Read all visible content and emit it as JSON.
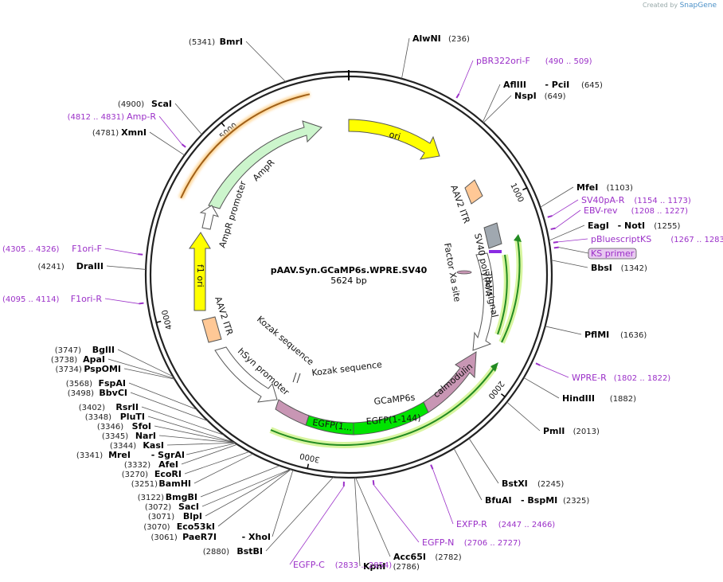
{
  "credit": {
    "prefix": "Created by",
    "brand": "SnapGene"
  },
  "plasmid": {
    "name": "pAAV.Syn.GCaMP6s.WPRE.SV40",
    "length": 5624,
    "length_text": "5624 bp"
  },
  "ticks": [
    {
      "label": "1000",
      "pos": 1000
    },
    {
      "label": "2000",
      "pos": 2000
    },
    {
      "label": "3000",
      "pos": 3000
    },
    {
      "label": "4000",
      "pos": 4000
    },
    {
      "label": "5000",
      "pos": 5000
    }
  ],
  "sites": [
    {
      "name": "BmrI",
      "pos": 5341,
      "pos_text": "(5341)"
    },
    {
      "name": "AlwNI",
      "pos": 236,
      "pos_text": "(236)"
    },
    {
      "name": "AflIII",
      "name2": "PciI",
      "pos": 645,
      "pos_text": "(645)"
    },
    {
      "name": "NspI",
      "pos": 649,
      "pos_text": "(649)"
    },
    {
      "name": "MfeI",
      "pos": 1103,
      "pos_text": "(1103)"
    },
    {
      "name": "EagI",
      "name2": "NotI",
      "pos": 1255,
      "pos_text": "(1255)"
    },
    {
      "name": "BbsI",
      "pos": 1342,
      "pos_text": "(1342)"
    },
    {
      "name": "PflMI",
      "pos": 1636,
      "pos_text": "(1636)"
    },
    {
      "name": "HindIII",
      "pos": 1882,
      "pos_text": "(1882)"
    },
    {
      "name": "PmlI",
      "pos": 2013,
      "pos_text": "(2013)"
    },
    {
      "name": "BstXI",
      "pos": 2245,
      "pos_text": "(2245)"
    },
    {
      "name": "BfuAI",
      "name2": "BspMI",
      "pos": 2325,
      "pos_text": "(2325)"
    },
    {
      "name": "Acc65I",
      "pos": 2782,
      "pos_text": "(2782)"
    },
    {
      "name": "KpnI",
      "pos": 2786,
      "pos_text": "(2786)"
    },
    {
      "name": "BstBI",
      "pos": 2880,
      "pos_text": "(2880)"
    },
    {
      "name": "PaeR7I",
      "name2": "XhoI",
      "pos": 3061,
      "pos_text": "(3061)"
    },
    {
      "name": "Eco53kI",
      "pos": 3070,
      "pos_text": "(3070)"
    },
    {
      "name": "BlpI",
      "pos": 3071,
      "pos_text": "(3071)"
    },
    {
      "name": "SacI",
      "pos": 3072,
      "pos_text": "(3072)"
    },
    {
      "name": "BmgBI",
      "pos": 3122,
      "pos_text": "(3122)"
    },
    {
      "name": "BamHI",
      "pos": 3251,
      "pos_text": "(3251)"
    },
    {
      "name": "EcoRI",
      "pos": 3270,
      "pos_text": "(3270)"
    },
    {
      "name": "AfeI",
      "pos": 3332,
      "pos_text": "(3332)"
    },
    {
      "name": "MreI",
      "name2": "SgrAI",
      "pos": 3341,
      "pos_text": "(3341)"
    },
    {
      "name": "KasI",
      "pos": 3344,
      "pos_text": "(3344)"
    },
    {
      "name": "NarI",
      "pos": 3345,
      "pos_text": "(3345)"
    },
    {
      "name": "SfoI",
      "pos": 3346,
      "pos_text": "(3346)"
    },
    {
      "name": "PluTI",
      "pos": 3348,
      "pos_text": "(3348)"
    },
    {
      "name": "RsrII",
      "pos": 3402,
      "pos_text": "(3402)"
    },
    {
      "name": "BbvCI",
      "pos": 3498,
      "pos_text": "(3498)"
    },
    {
      "name": "FspAI",
      "pos": 3568,
      "pos_text": "(3568)"
    },
    {
      "name": "PspOMI",
      "pos": 3734,
      "pos_text": "(3734)"
    },
    {
      "name": "ApaI",
      "pos": 3738,
      "pos_text": "(3738)"
    },
    {
      "name": "BglII",
      "pos": 3747,
      "pos_text": "(3747)"
    },
    {
      "name": "DraIII",
      "pos": 4241,
      "pos_text": "(4241)"
    },
    {
      "name": "XmnI",
      "pos": 4781,
      "pos_text": "(4781)"
    },
    {
      "name": "ScaI",
      "pos": 4900,
      "pos_text": "(4900)"
    }
  ],
  "primers": [
    {
      "name": "pBR322ori-F",
      "range": "(490 .. 509)",
      "start": 490
    },
    {
      "name": "SV40pA-R",
      "range": "(1154 .. 1173)",
      "start": 1154
    },
    {
      "name": "EBV-rev",
      "range": "(1208 .. 1227)",
      "start": 1208
    },
    {
      "name": "pBluescriptKS",
      "range": "(1267 .. 1283)",
      "start": 1267
    },
    {
      "name": "KS primer",
      "range": "",
      "start": 1290,
      "boxed": true
    },
    {
      "name": "WPRE-R",
      "range": "(1802 .. 1822)",
      "start": 1802
    },
    {
      "name": "EXFP-R",
      "range": "(2447 .. 2466)",
      "start": 2447
    },
    {
      "name": "EGFP-N",
      "range": "(2706 .. 2727)",
      "start": 2706
    },
    {
      "name": "EGFP-C",
      "range": "(2833 .. 2854)",
      "start": 2833
    },
    {
      "name": "F1ori-R",
      "range": "(4095 .. 4114)",
      "start": 4095
    },
    {
      "name": "F1ori-F",
      "range": "(4305 .. 4326)",
      "start": 4305
    },
    {
      "name": "Amp-R",
      "range": "(4812 .. 4831)",
      "start": 4812
    }
  ],
  "features": [
    {
      "name": "ori",
      "color": "#ffff00"
    },
    {
      "name": "AmpR",
      "color": "#ccf5cc"
    },
    {
      "name": "AmpR promoter",
      "color": "#ffffff"
    },
    {
      "name": "f1 ori",
      "color": "#ffff00"
    },
    {
      "name": "AAV2 ITR",
      "color": "#ffc896"
    },
    {
      "name": "hSyn promoter",
      "color": "#ffffff"
    },
    {
      "name": "Kozak sequence"
    },
    {
      "name": "GCaMP6s",
      "color": "#44ee44"
    },
    {
      "name": "EGFP(1-144)",
      "color": "#00e400"
    },
    {
      "name": "EGFP(1..."
    },
    {
      "name": "calmodulin",
      "color": "#c896b4"
    },
    {
      "name": "WPRE",
      "color": "#ffffff"
    },
    {
      "name": "SV40 poly(A) signal",
      "color": "#a0a8b0"
    },
    {
      "name": "Factor Xa site"
    }
  ]
}
